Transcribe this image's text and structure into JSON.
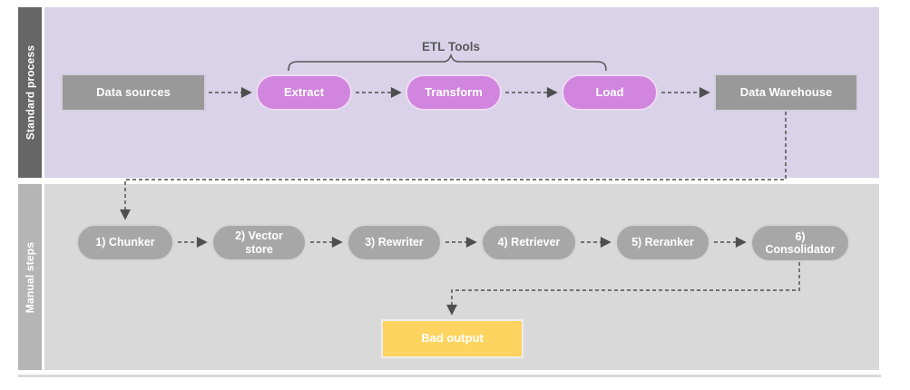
{
  "diagram": {
    "lanes": {
      "standard": {
        "label": "Standard process",
        "bar_color": "#666666",
        "bg_color": "#d9d2e9"
      },
      "manual": {
        "label": "Manual steps",
        "bar_color": "#b5b5b5",
        "bg_color": "#d9d9d9"
      }
    },
    "bracket": {
      "label": "ETL Tools",
      "spans": [
        "Extract",
        "Transform",
        "Load"
      ]
    },
    "nodes": {
      "data_sources": {
        "label": "Data sources",
        "shape": "rectangle",
        "color": "#999999"
      },
      "extract": {
        "label": "Extract",
        "shape": "pill",
        "color": "#d185de"
      },
      "transform": {
        "label": "Transform",
        "shape": "pill",
        "color": "#d185de"
      },
      "load": {
        "label": "Load",
        "shape": "pill",
        "color": "#d185de"
      },
      "data_warehouse": {
        "label": "Data Warehouse",
        "shape": "rectangle",
        "color": "#999999"
      },
      "chunker": {
        "label": "1) Chunker",
        "shape": "pill",
        "color": "#a7a7a7"
      },
      "vector_store": {
        "label": "2) Vector store",
        "shape": "pill",
        "color": "#a7a7a7"
      },
      "rewriter": {
        "label": "3) Rewriter",
        "shape": "pill",
        "color": "#a7a7a7"
      },
      "retriever": {
        "label": "4) Retriever",
        "shape": "pill",
        "color": "#a7a7a7"
      },
      "reranker": {
        "label": "5) Reranker",
        "shape": "pill",
        "color": "#a7a7a7"
      },
      "consolidator": {
        "label": "6) Consolidator",
        "shape": "pill",
        "color": "#a7a7a7"
      },
      "bad_output": {
        "label": "Bad output",
        "shape": "rectangle",
        "color": "#fcd45f"
      }
    },
    "edges": [
      {
        "from": "data_sources",
        "to": "extract",
        "style": "dashed"
      },
      {
        "from": "extract",
        "to": "transform",
        "style": "dashed"
      },
      {
        "from": "transform",
        "to": "load",
        "style": "dashed"
      },
      {
        "from": "load",
        "to": "data_warehouse",
        "style": "dashed"
      },
      {
        "from": "data_warehouse",
        "to": "chunker",
        "style": "dashed"
      },
      {
        "from": "chunker",
        "to": "vector_store",
        "style": "dashed"
      },
      {
        "from": "vector_store",
        "to": "rewriter",
        "style": "dashed"
      },
      {
        "from": "rewriter",
        "to": "retriever",
        "style": "dashed"
      },
      {
        "from": "retriever",
        "to": "reranker",
        "style": "dashed"
      },
      {
        "from": "reranker",
        "to": "consolidator",
        "style": "dashed"
      },
      {
        "from": "consolidator",
        "to": "bad_output",
        "style": "dashed"
      }
    ],
    "connector_color": "#636363",
    "text_color_on_nodes": "#ffffff"
  }
}
